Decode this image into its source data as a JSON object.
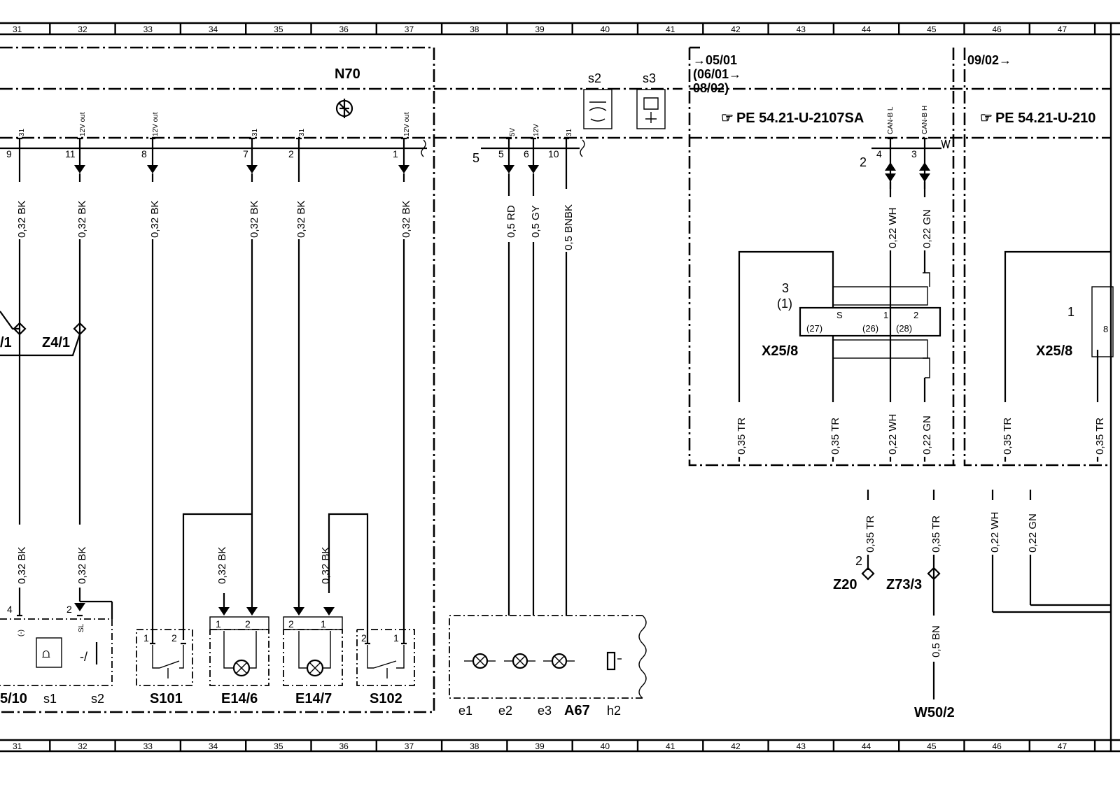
{
  "grid": {
    "columns": [
      "31",
      "32",
      "33",
      "34",
      "35",
      "36",
      "37",
      "38",
      "39",
      "40",
      "41",
      "42",
      "43",
      "44",
      "45",
      "46",
      "47"
    ]
  },
  "n70": {
    "name": "N70",
    "pin_labels": {
      "p9": "31",
      "p11": "12V out",
      "p8": "12V out",
      "p7": "31",
      "p2": "31",
      "p1": "12V out"
    },
    "pins": {
      "p9": "9",
      "p11": "11",
      "p8": "8",
      "p7": "7",
      "p2": "2",
      "p1": "1"
    }
  },
  "wires": {
    "bk": "0,32  BK",
    "rd": "0,5  RD",
    "gy": "0,5  GY",
    "bnbk": "0,5  BNBK",
    "wh22": "0,22  WH",
    "gn22": "0,22  GN",
    "tr35": "0,35  TR",
    "bn5": "0,5  BN",
    "wh_short": "WH",
    "gn_short": "GN",
    "tr_short": "TR"
  },
  "mid_module": {
    "conn": "5",
    "pins": {
      "p5": "5",
      "p6": "6",
      "p10": "10"
    },
    "pin_labels": {
      "p5": "5V",
      "p6": "12V",
      "p10": "31"
    },
    "s2": "s2",
    "s3": "s3"
  },
  "can_block": {
    "ref1": "05/01",
    "ref2": "(06/01",
    "ref3": "08/02)",
    "ref_right": "09/02",
    "pe_left": "PE  54.21-U-2107SA",
    "pe_right": "PE  54.21-U-210",
    "conn": "2",
    "pin4": "4",
    "pin3": "3",
    "can_l": "CAN-B L",
    "can_h": "CAN-B H"
  },
  "x25_8": {
    "name": "X25/8",
    "pin3": "3",
    "pin1p": "(1)",
    "pin_s": "S",
    "pin_1": "1",
    "pin_2": "2",
    "sub27": "(27)",
    "sub26": "(26)",
    "sub28": "(28)",
    "right_name": "X25/8",
    "right_pin1": "1",
    "right_pin8": "8"
  },
  "splices": {
    "z4_1": "Z4/1",
    "z4_left": "/1",
    "z20": "Z20",
    "z20_pin": "2",
    "z73_3": "Z73/3",
    "w50_2": "W50/2"
  },
  "bottom_components": {
    "left_cut": "5/10",
    "s1": "s1",
    "s2": "s2",
    "s101": "S101",
    "e14_6": "E14/6",
    "e14_7": "E14/7",
    "s102": "S102",
    "e1": "e1",
    "e2": "e2",
    "e3": "e3",
    "a67": "A67",
    "h2": "h2",
    "pin4": "4",
    "pin2": "2",
    "minus": "(-)",
    "sl": "SL",
    "p1": "1",
    "p2": "2"
  }
}
